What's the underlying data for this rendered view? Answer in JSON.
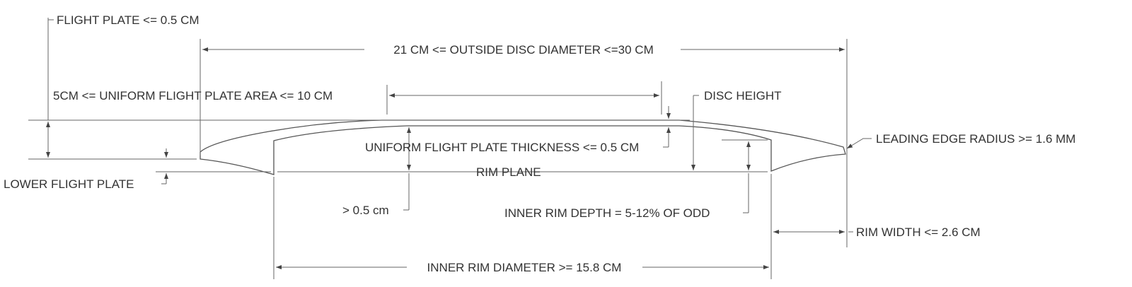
{
  "labels": {
    "flight_plate": "FLIGHT PLATE <= 0.5 CM",
    "outside_diameter": "21 CM <= OUTSIDE DISC DIAMETER <=30 CM",
    "uniform_area": "5CM <= UNIFORM FLIGHT PLATE AREA <= 10 CM",
    "disc_height": "DISC HEIGHT",
    "leading_edge": "LEADING EDGE RADIUS >= 1.6 MM",
    "plate_thickness": "UNIFORM FLIGHT PLATE THICKNESS <= 0.5 CM",
    "lower_flight_plate": "LOWER FLIGHT PLATE",
    "rim_plane": "RIM PLANE",
    "min_depth": "> 0.5 cm",
    "inner_rim_depth": "INNER RIM DEPTH = 5-12% OF ODD",
    "rim_width": "RIM WIDTH <= 2.6 CM",
    "inner_rim_diameter": "INNER RIM DIAMETER >= 15.8 CM"
  }
}
